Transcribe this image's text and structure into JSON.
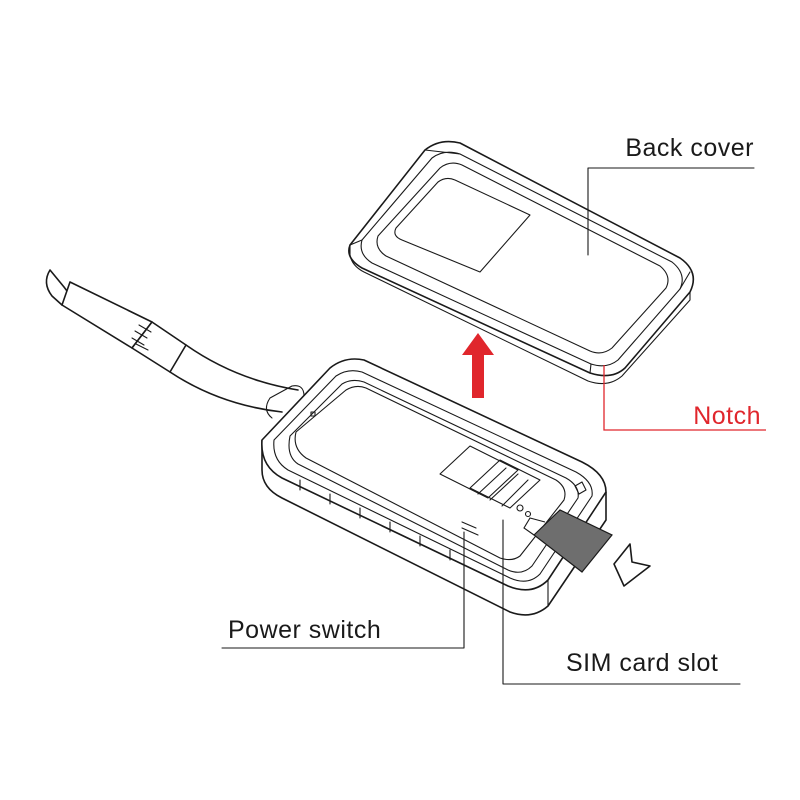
{
  "labels": {
    "back_cover": "Back cover",
    "notch": "Notch",
    "power_switch": "Power switch",
    "sim_card_slot": "SIM card slot"
  },
  "colors": {
    "line": "#1a1a1a",
    "accent": "#e0262c",
    "sim_card": "#6e6e6e"
  },
  "icons": {
    "lift_arrow": "arrow-up-icon",
    "insert_arrow": "arrow-down-left-outline-icon"
  }
}
